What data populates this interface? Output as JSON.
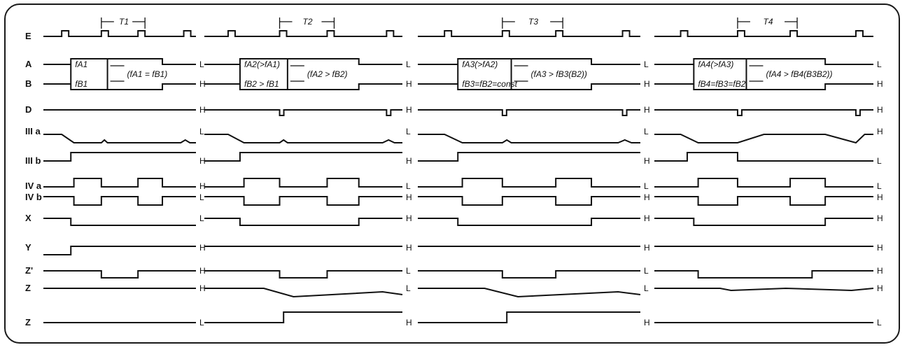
{
  "rows": [
    {
      "key": "E",
      "label": "E"
    },
    {
      "key": "A",
      "label": "A"
    },
    {
      "key": "B",
      "label": "B"
    },
    {
      "key": "D",
      "label": "D"
    },
    {
      "key": "IIIa",
      "label": "III a"
    },
    {
      "key": "IIIb",
      "label": "III b"
    },
    {
      "key": "IVa",
      "label": "IV a"
    },
    {
      "key": "IVb",
      "label": "IV b"
    },
    {
      "key": "X",
      "label": "X"
    },
    {
      "key": "Y",
      "label": "Y"
    },
    {
      "key": "Zp",
      "label": "Z'"
    },
    {
      "key": "Z",
      "label": "Z"
    },
    {
      "key": "Z2",
      "label": "Z"
    }
  ],
  "periods": [
    "T1",
    "T2",
    "T3",
    "T4"
  ],
  "panel_levels": [
    {
      "A": "L",
      "B": "H",
      "D": "H",
      "IIIa": "L",
      "IIIb": "H",
      "IVa": "H",
      "IVb": "L",
      "X": "L",
      "Y": "H",
      "Zp": "H",
      "Z": "H",
      "Z2": "L"
    },
    {
      "A": "L",
      "B": "H",
      "D": "H",
      "IIIa": "L",
      "IIIb": "H",
      "IVa": "L",
      "IVb": "H",
      "X": "H",
      "Y": "H",
      "Zp": "L",
      "Z": "L",
      "Z2": "H"
    },
    {
      "A": "L",
      "B": "H",
      "D": "H",
      "IIIa": "L",
      "IIIb": "H",
      "IVa": "L",
      "IVb": "H",
      "X": "H",
      "Y": "H",
      "Zp": "L",
      "Z": "L",
      "Z2": "H"
    },
    {
      "A": "L",
      "B": "H",
      "D": "H",
      "IIIa": "H",
      "IIIb": "L",
      "IVa": "L",
      "IVb": "H",
      "X": "H",
      "Y": "H",
      "Zp": "H",
      "Z": "H",
      "Z2": "L"
    }
  ],
  "annotations": [
    {
      "a": "fA1",
      "b": "fB1",
      "cond": "(fA1 = fB1)"
    },
    {
      "a": "fA2(>fA1)",
      "b": "fB2 > fB1",
      "cond": "(fA2 > fB2)"
    },
    {
      "a": "fA3(>fA2)",
      "b": "fB3=fB2=const",
      "cond": "(fA3 > fB3(B2))"
    },
    {
      "a": "fA4(>fA3)",
      "b": "fB4=fB3=fB2",
      "cond": "(fA4 > fB4(B3B2))"
    }
  ]
}
